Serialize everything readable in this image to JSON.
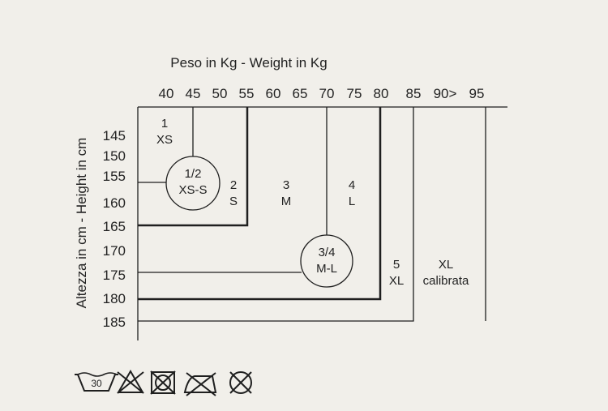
{
  "x_axis": {
    "title": "Peso in Kg - Weight in Kg",
    "ticks": [
      "40",
      "45",
      "50",
      "55",
      "60",
      "65",
      "70",
      "75",
      "80",
      "85",
      "90>",
      "95"
    ]
  },
  "y_axis": {
    "title": "Altezza in cm - Height in cm",
    "ticks": [
      "145",
      "150",
      "155",
      "160",
      "165",
      "170",
      "175",
      "180",
      "185"
    ]
  },
  "zones": [
    {
      "id": "1",
      "num": "1",
      "size": "XS"
    },
    {
      "id": "1-2",
      "num": "1/2",
      "size": "XS-S"
    },
    {
      "id": "2",
      "num": "2",
      "size": "S"
    },
    {
      "id": "3",
      "num": "3",
      "size": "M"
    },
    {
      "id": "4",
      "num": "4",
      "size": "L"
    },
    {
      "id": "3-4",
      "num": "3/4",
      "size": "M-L"
    },
    {
      "id": "5",
      "num": "5",
      "size": "XL"
    },
    {
      "id": "xl",
      "num": "XL",
      "size": "calibrata"
    }
  ],
  "care_symbols": {
    "wash_temp": "30",
    "icons": [
      "wash-30-icon",
      "no-bleach-icon",
      "no-tumble-dry-icon",
      "no-iron-icon",
      "no-dry-clean-icon"
    ]
  },
  "colors": {
    "ink": "#1f1f1f",
    "paper": "#f1efea"
  }
}
